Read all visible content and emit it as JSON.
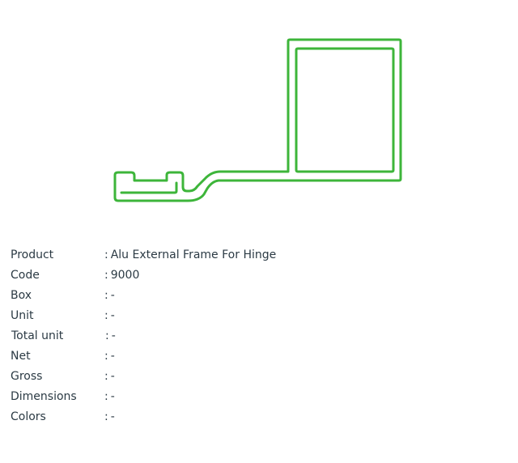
{
  "colors": {
    "profile_stroke": "#3db53a",
    "text": "#2b3a44",
    "background": "#ffffff"
  },
  "image": {
    "subject": "aluminium-profile-cross-section"
  },
  "specs": [
    {
      "label": "Product",
      "value": "Alu External Frame For Hinge"
    },
    {
      "label": "Code",
      "value": "9000"
    },
    {
      "label": "Box",
      "value": "-"
    },
    {
      "label": "Unit",
      "value": "-"
    },
    {
      "label": "Total unit",
      "value": "-"
    },
    {
      "label": "Net",
      "value": "-"
    },
    {
      "label": "Gross",
      "value": "-"
    },
    {
      "label": "Dimensions",
      "value": "-"
    },
    {
      "label": "Colors",
      "value": "-"
    }
  ],
  "separator": ":"
}
